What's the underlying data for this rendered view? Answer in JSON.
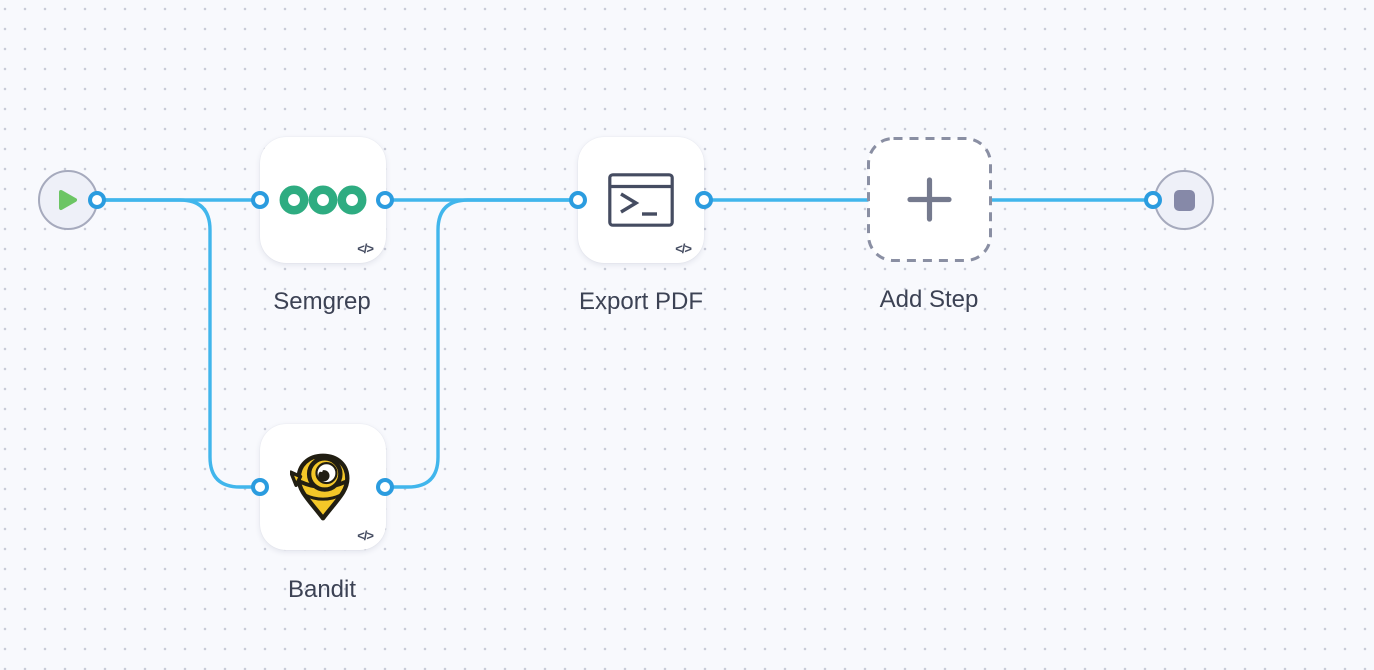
{
  "canvas": {
    "background_color": "#f8f9fd",
    "dot_color": "#c9ccd8",
    "edge_color": "#41b6ec",
    "port_color": "#2b9cdf"
  },
  "workflow": {
    "start": {
      "icon": "play-icon",
      "play_color": "#6cc564"
    },
    "end": {
      "icon": "stop-icon",
      "stop_color": "#8689a8"
    },
    "steps": [
      {
        "id": "semgrep",
        "label": "Semgrep",
        "icon": "semgrep-logo",
        "badge": "</>",
        "logo_color": "#2eac81"
      },
      {
        "id": "bandit",
        "label": "Bandit",
        "icon": "bandit-logo",
        "badge": "</>",
        "logo_color": "#f4c728"
      },
      {
        "id": "export_pdf",
        "label": "Export PDF",
        "icon": "terminal-icon",
        "badge": "</>",
        "icon_color": "#454c61"
      },
      {
        "id": "add_step",
        "label": "Add Step",
        "icon": "plus-icon"
      }
    ]
  }
}
